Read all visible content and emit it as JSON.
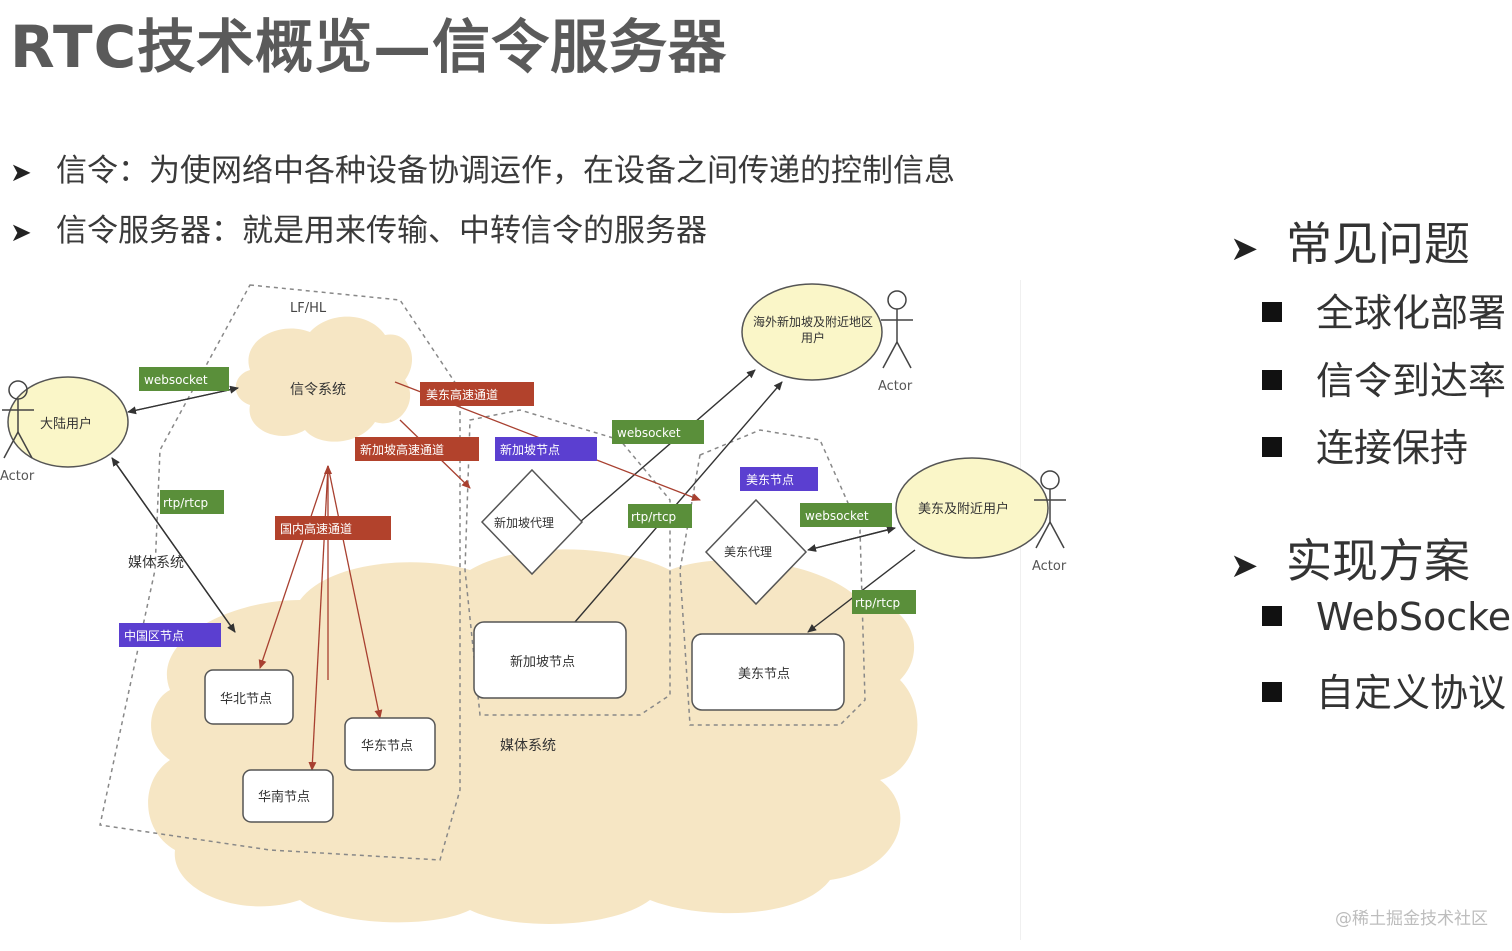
{
  "title": "RTC技术概览—信令服务器",
  "bullets": [
    "信令：为使网络中各种设备协调运作，在设备之间传递的控制信息",
    "信令服务器：就是用来传输、中转信令的服务器"
  ],
  "right": {
    "section1": "常见问题",
    "items1": [
      "全球化部署",
      "信令到达率",
      "连接保持"
    ],
    "section2": "实现方案",
    "items2": [
      "WebSocket",
      "自定义协议"
    ]
  },
  "diagram": {
    "lfhl": "LF/HL",
    "signal_system": "信令系统",
    "media_system_left": "媒体系统",
    "media_system_bottom": "媒体系统",
    "actors": {
      "mainland": "大陆用户",
      "overseas": "海外新加坡及附近地区用户",
      "useast": "美东及附近用户",
      "actor_label": "Actor"
    },
    "tags": {
      "websocket": "websocket",
      "rtp": "rtp/rtcp",
      "useast_channel": "美东高速通道",
      "sg_channel": "新加坡高速通道",
      "domestic_channel": "国内高速通道",
      "sg_node_tag": "新加坡节点",
      "useast_node_tag": "美东节点",
      "china_node_tag": "中国区节点"
    },
    "proxies": {
      "sg": "新加坡代理",
      "useast": "美东代理"
    },
    "nodes": {
      "north": "华北节点",
      "east": "华东节点",
      "south": "华南节点",
      "sg": "新加坡节点",
      "useast": "美东节点"
    }
  },
  "colors": {
    "green": "#5a8f3a",
    "red": "#b2422c",
    "purple": "#5b3fd0",
    "cloud": "#f6e6c4",
    "ellipse": "#faf6c8"
  },
  "watermark": "@稀土掘金技术社区"
}
